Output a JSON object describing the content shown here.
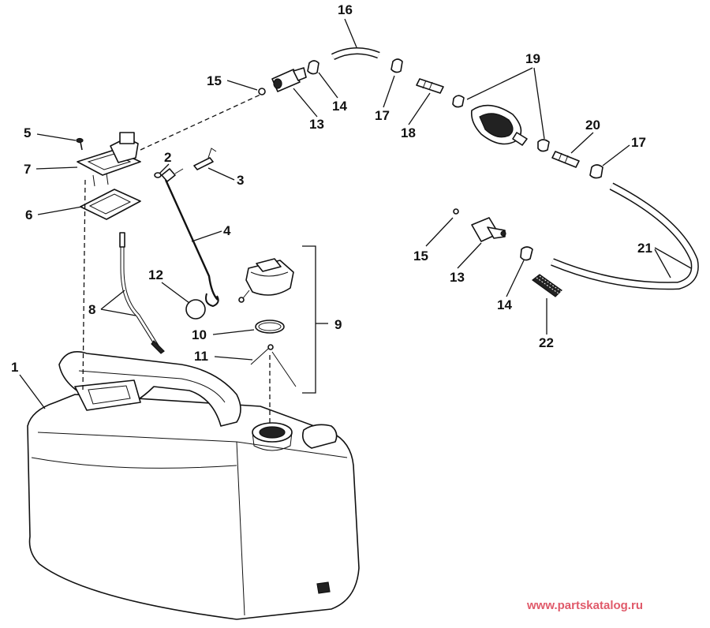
{
  "callouts": {
    "c1": "1",
    "c2": "2",
    "c3": "3",
    "c4": "4",
    "c5": "5",
    "c6": "6",
    "c7": "7",
    "c8": "8",
    "c9": "9",
    "c10": "10",
    "c11": "11",
    "c12": "12",
    "c13a": "13",
    "c13b": "13",
    "c14a": "14",
    "c14b": "14",
    "c15a": "15",
    "c15b": "15",
    "c16": "16",
    "c17a": "17",
    "c17b": "17",
    "c18": "18",
    "c19": "19",
    "c20": "20",
    "c21": "21",
    "c22": "22"
  },
  "watermark": "www.partskatalog.ru"
}
